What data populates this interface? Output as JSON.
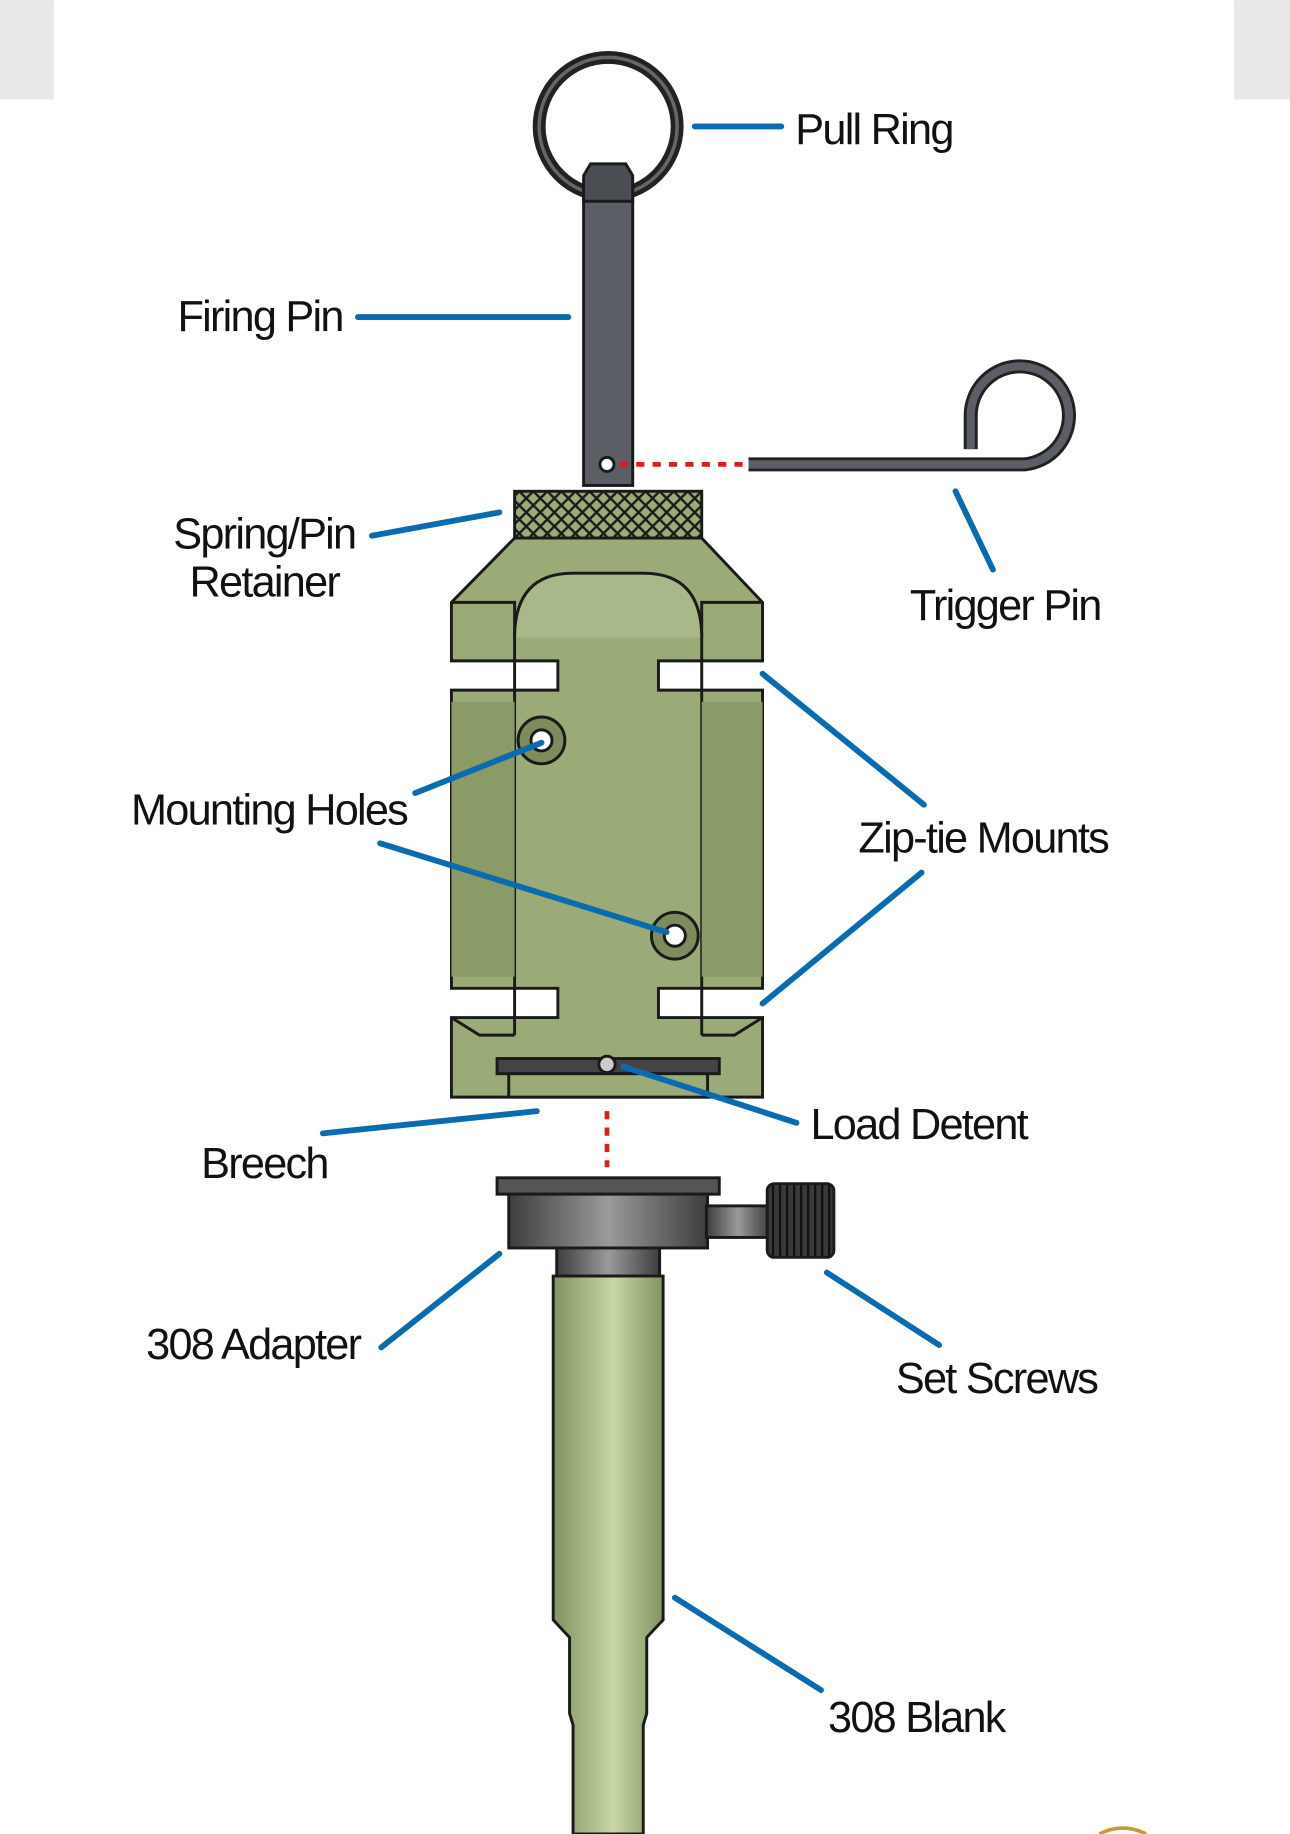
{
  "diagram": {
    "labels": {
      "pull_ring": "Pull Ring",
      "firing_pin": "Firing Pin",
      "spring_pin_retainer_line1": "Spring/Pin",
      "spring_pin_retainer_line2": "Retainer",
      "trigger_pin": "Trigger Pin",
      "mounting_holes": "Mounting Holes",
      "zip_tie_mounts": "Zip-tie Mounts",
      "load_detent": "Load Detent",
      "breech": "Breech",
      "adapter_308": "308 Adapter",
      "set_screws": "Set Screws",
      "blank_308": "308 Blank"
    },
    "colors": {
      "leader": "#0a6bb0",
      "body_green": "#9aab78",
      "pin_grey": "#5b5e64",
      "alignment_red": "#e01b1b"
    }
  }
}
